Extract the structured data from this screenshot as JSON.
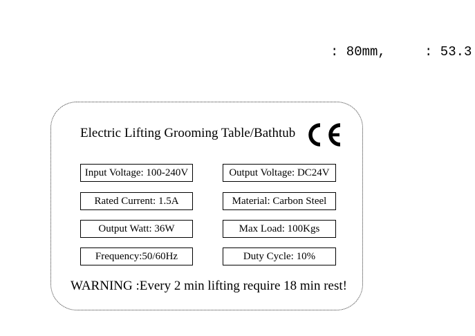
{
  "top_note": {
    "part1": ": 80mm,",
    "part2": ": 53.3"
  },
  "label": {
    "title": "Electric Lifting Grooming Table/Bathtub",
    "certification_mark": "CE",
    "specs": [
      "Input Voltage: 100-240V",
      "Output Voltage: DC24V",
      "Rated Current: 1.5A",
      "Material: Carbon Steel",
      "Output Watt: 36W",
      "Max Load: 100Kgs",
      "Frequency:50/60Hz",
      "Duty Cycle: 10%"
    ],
    "warning": "WARNING :Every 2 min lifting require 18 min rest!"
  }
}
